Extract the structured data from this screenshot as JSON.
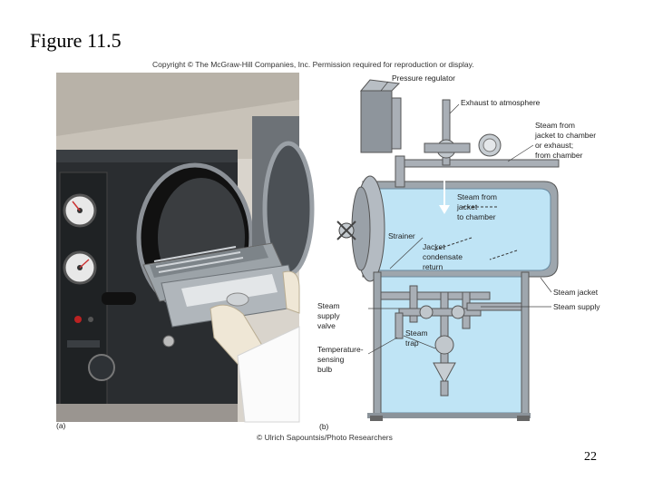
{
  "slide": {
    "title": "Figure 11.5",
    "page_number": "22"
  },
  "figure": {
    "copyright": "Copyright © The McGraw-Hill Companies, Inc. Permission required for reproduction or display.",
    "panel_a_label": "(a)",
    "panel_b_label": "(b)",
    "credit": "© Ulrich Sapountsis/Photo Researchers",
    "labels": {
      "pressure_regulator": "Pressure regulator",
      "exhaust": "Exhaust to atmosphere",
      "steam_from_jacket_exhaust": [
        "Steam from",
        "jacket to chamber",
        "or exhaust;",
        "from chamber"
      ],
      "steam_from_jacket_to_chamber": [
        "Steam from",
        "jacket",
        "to chamber"
      ],
      "strainer": "Strainer",
      "jacket_condensate": [
        "Jacket",
        "condensate",
        "return"
      ],
      "steam_jacket": "Steam jacket",
      "steam_supply": "Steam supply",
      "steam_supply_valve": [
        "Steam",
        "supply",
        "valve"
      ],
      "steam_trap": [
        "Steam",
        "trap"
      ],
      "temperature_bulb": [
        "Temperature-",
        "sensing",
        "bulb"
      ]
    }
  },
  "colors": {
    "chamber_water": "#bfe4f5",
    "metal": "#a9afb6",
    "dark_panel": "#1f2224",
    "glove": "#e9e1cf"
  }
}
